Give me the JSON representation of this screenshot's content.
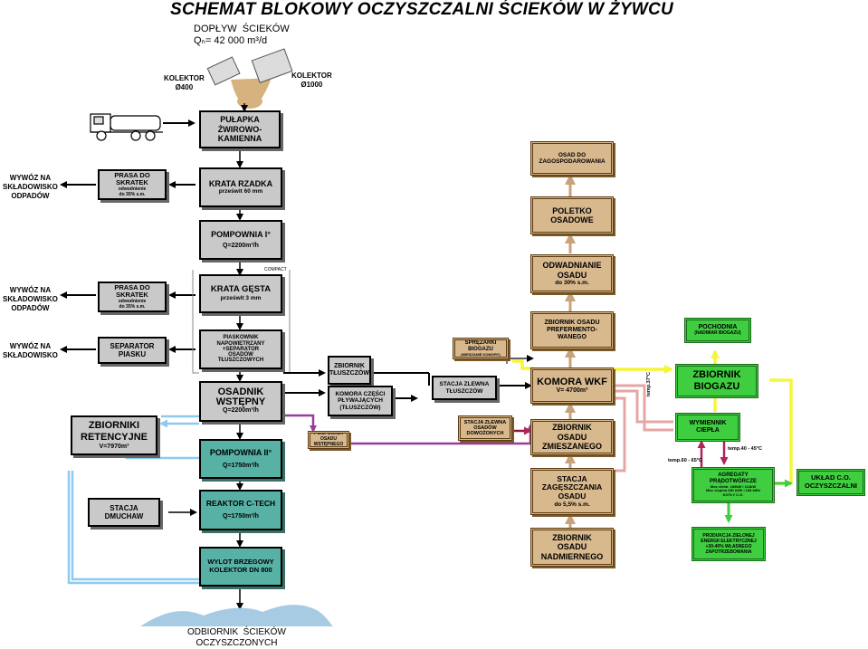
{
  "title": "SCHEMAT BLOKOWY OCZYSZCZALNI ŚCIEKÓW W ŻYWCU",
  "inflow": {
    "line1": "DOPŁYW  ŚCIEKÓW",
    "line2": "Qₙ= 42 000 m³/d"
  },
  "collectors": {
    "left": "KOLEKTOR\nØ400",
    "right": "KOLEKTOR\nØ1000"
  },
  "left_outputs": {
    "w1": "WYWÓZ NA\nSKŁADOWISKO\nODPADÓW",
    "w2": "WYWÓZ NA\nSKŁADOWISKO\nODPADÓW",
    "w3": "WYWÓZ NA\nSKŁADOWISKO"
  },
  "side_boxes": {
    "prasa1_title": "PRASA DO\nSKRATEK",
    "prasa1_sub": "odwodnienie\ndo 35% s.m.",
    "prasa2_title": "PRASA DO\nSKRATEK",
    "prasa2_sub": "odwodnienie\ndo 35% s.m.",
    "separator": "SEPARATOR\nPIASKU",
    "retencja_title": "ZBIORNIKI\nRETENCYJNE",
    "retencja_sub": "V=7970m³",
    "dmuchawy": "STACJA\nDMUCHAW"
  },
  "main_line": {
    "pulapka": "PUŁAPKA\nŻWIROWO-\nKAMIENNA",
    "krata_rzadka": "KRATA RZADKA",
    "krata_rzadka_sub": "prześwit 60 mm",
    "pompownia1": "POMPOWNIA  I°",
    "pompownia1_sub": "Q=2200m³/h",
    "compact": "COMPACT",
    "krata_gesta": "KRATA GĘSTA",
    "krata_gesta_sub": "prześwit 3 mm",
    "piaskownik": "PIASKOWNIK\nNAPOWIETRZANY\n+SEPARATOR\nOSADÓW\nTŁUSZCZOWYCH",
    "osadnik": "OSADNIK\nWSTĘPNY",
    "osadnik_sub": "Q=2200m³/h",
    "pompownia2": "POMPOWNIA  II°",
    "pompownia2_sub": "Q=1750m³/h",
    "reaktor": "REAKTOR C-TECH",
    "reaktor_sub": "Q=1750m³/h",
    "wylot": "WYLOT BRZEGOWY\nKOLEKTOR DN 800",
    "odbiornik": "ODBIORNIK  ŚCIEKÓW\nOCZYSZCZONYCH"
  },
  "middle": {
    "zbiornik_tluszczow": "ZBIORNIK\nTŁUSZCZÓW",
    "komora_czesci": "KOMORA CZĘŚCI\nPŁYWAJĄCYCH\n(TŁUSZCZÓW)",
    "pompownia_osadu": "POMPOWNIA\nOSADU\nWSTĘPNEGO",
    "stacja_zlewna_tluszczow": "STACJA ZLEWNA\nTŁUSZCZÓW",
    "sprezarki": "SPRĘŻARKI\nBIOGAZU",
    "sprezarki_sub": "(MIESZANIE KOMORY)",
    "stacja_zlewna_osadow": "STACJA ZLEWNA\nOSADÓW\nDOWOŻONYCH"
  },
  "sludge": {
    "osad_zagosp": "OSAD DO\nZAGOSPODAROWANIA",
    "poletko": "POLETKO\nOSADOWE",
    "odwadnianie": "ODWADNIANIE\nOSADU",
    "odwadnianie_sub": "do 30% s.m.",
    "prefermentowany": "ZBIORNIK OSADU\nPREFERMENTO-\nWANEGO",
    "komora_wkf": "KOMORA WKF",
    "komora_wkf_sub": "V= 4700m³",
    "zbiornik_mieszany": "ZBIORNIK\nOSADU\nZMIESZANEGO",
    "stacja_zageszczania": "STACJA\nZAGĘSZCZANIA\nOSADU",
    "stacja_zageszczania_sub": "do 5,5% s.m.",
    "nadmierny": "ZBIORNIK\nOSADU\nNADMIERNEGO"
  },
  "energy": {
    "pochodnia": "POCHODNIA",
    "pochodnia_sub": "(NADMIAR BIOGAZU)",
    "zbiornik_biogazu": "ZBIORNIK\nBIOGAZU",
    "wymiennik": "WYMIENNIK\nCIEPŁA",
    "agregaty": "AGREGATY\nPRĄDOTWÓRCZE",
    "agregaty_sub": "Moc elektr. 189kW i 114kW\nMoc cieplna 280 kWh i 168 kWh\nKOTŁY C.O.",
    "produkcja": "PRODUKCJA ZIELONEJ\nENERGII ELEKTRYCZNEJ\n+30-40% WŁASNEGO\nZAPOTRZEBOWANIA",
    "uklad_co": "UKŁAD C.O.\nOCZYSZCZALNI",
    "temp37": "temp.37°C",
    "temp60": "temp.60 - 65°C",
    "temp40": "temp.40 - 45°C"
  },
  "colors": {
    "gray": "#c9c9c9",
    "tan": "#d8b98e",
    "teal": "#58b1a5",
    "green": "#3fce3f",
    "sludge_arrow": "#c8a27a",
    "gas": "#f5f53a",
    "water": "#8ec9ef",
    "pink": "#e6a6a6",
    "crimson": "#b0245c",
    "purple": "#9b3c9b"
  }
}
